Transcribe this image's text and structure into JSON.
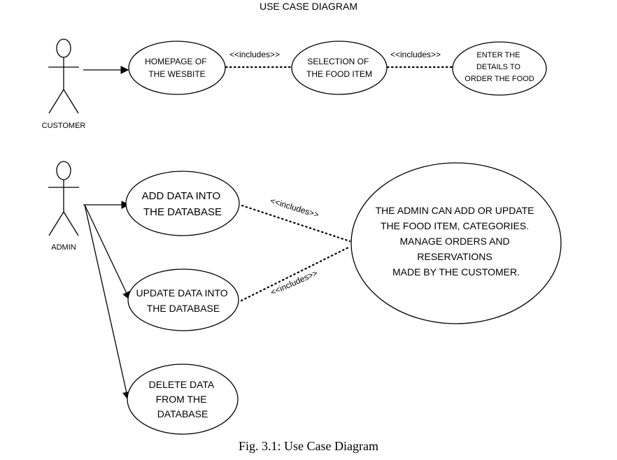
{
  "title": "USE CASE DIAGRAM",
  "caption": "Fig. 3.1: Use Case Diagram",
  "actors": {
    "customer": "CUSTOMER",
    "admin": "ADMIN"
  },
  "use_cases": {
    "homepage": [
      "HOMEPAGE OF",
      "THE WESBITE"
    ],
    "selection": [
      "SELECTION OF",
      "THE FOOD ITEM"
    ],
    "enter_details": [
      "ENTER THE",
      "DETAILS TO",
      "ORDER THE FOOD"
    ],
    "add_data": [
      "ADD DATA INTO",
      "THE DATABASE"
    ],
    "update_data": [
      "UPDATE DATA INTO",
      "THE DATABASE"
    ],
    "delete_data": [
      "DELETE DATA",
      "FROM THE",
      "DATABASE"
    ],
    "admin_tasks": [
      "THE ADMIN CAN ADD OR UPDATE",
      "THE FOOD ITEM, CATEGORIES.",
      "MANAGE ORDERS AND",
      "RESERVATIONS",
      "MADE BY THE CUSTOMER."
    ]
  },
  "relations": {
    "includes": "<<includes>>"
  }
}
